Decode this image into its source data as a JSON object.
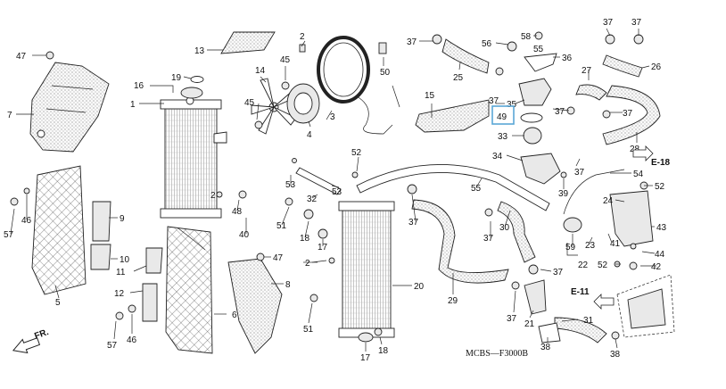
{
  "diagram_code": "MCBS—F3000B",
  "highlighted_part": "49",
  "highlight_color": "#5aa7d6",
  "direction": {
    "label": "FR.",
    "icon": "direction-arrow-icon"
  },
  "references": [
    {
      "id": "e18",
      "label": "E-18",
      "icon": "arrow-right-icon"
    },
    {
      "id": "e11",
      "label": "E-11",
      "icon": "arrow-left-icon"
    }
  ],
  "callouts": [
    {
      "n": "47"
    },
    {
      "n": "7"
    },
    {
      "n": "13"
    },
    {
      "n": "2"
    },
    {
      "n": "50"
    },
    {
      "n": "16"
    },
    {
      "n": "19"
    },
    {
      "n": "1"
    },
    {
      "n": "14"
    },
    {
      "n": "45"
    },
    {
      "n": "45"
    },
    {
      "n": "3"
    },
    {
      "n": "4"
    },
    {
      "n": "37"
    },
    {
      "n": "25"
    },
    {
      "n": "56"
    },
    {
      "n": "58"
    },
    {
      "n": "55"
    },
    {
      "n": "36"
    },
    {
      "n": "37"
    },
    {
      "n": "37"
    },
    {
      "n": "26"
    },
    {
      "n": "27"
    },
    {
      "n": "15"
    },
    {
      "n": "37"
    },
    {
      "n": "35"
    },
    {
      "n": "49"
    },
    {
      "n": "37"
    },
    {
      "n": "37"
    },
    {
      "n": "28"
    },
    {
      "n": "33"
    },
    {
      "n": "34"
    },
    {
      "n": "37"
    },
    {
      "n": "54"
    },
    {
      "n": "39"
    },
    {
      "n": "24"
    },
    {
      "n": "52"
    },
    {
      "n": "43"
    },
    {
      "n": "52"
    },
    {
      "n": "53"
    },
    {
      "n": "32"
    },
    {
      "n": "53"
    },
    {
      "n": "55"
    },
    {
      "n": "2"
    },
    {
      "n": "48"
    },
    {
      "n": "40"
    },
    {
      "n": "51"
    },
    {
      "n": "18"
    },
    {
      "n": "17"
    },
    {
      "n": "37"
    },
    {
      "n": "37"
    },
    {
      "n": "30"
    },
    {
      "n": "59"
    },
    {
      "n": "23"
    },
    {
      "n": "41"
    },
    {
      "n": "44"
    },
    {
      "n": "22"
    },
    {
      "n": "52"
    },
    {
      "n": "42"
    },
    {
      "n": "57"
    },
    {
      "n": "46"
    },
    {
      "n": "9"
    },
    {
      "n": "10"
    },
    {
      "n": "11"
    },
    {
      "n": "5"
    },
    {
      "n": "47"
    },
    {
      "n": "2"
    },
    {
      "n": "8"
    },
    {
      "n": "12"
    },
    {
      "n": "6"
    },
    {
      "n": "57"
    },
    {
      "n": "46"
    },
    {
      "n": "51"
    },
    {
      "n": "20"
    },
    {
      "n": "29"
    },
    {
      "n": "37"
    },
    {
      "n": "37"
    },
    {
      "n": "21"
    },
    {
      "n": "31"
    },
    {
      "n": "38"
    },
    {
      "n": "38"
    },
    {
      "n": "17"
    },
    {
      "n": "18"
    }
  ]
}
